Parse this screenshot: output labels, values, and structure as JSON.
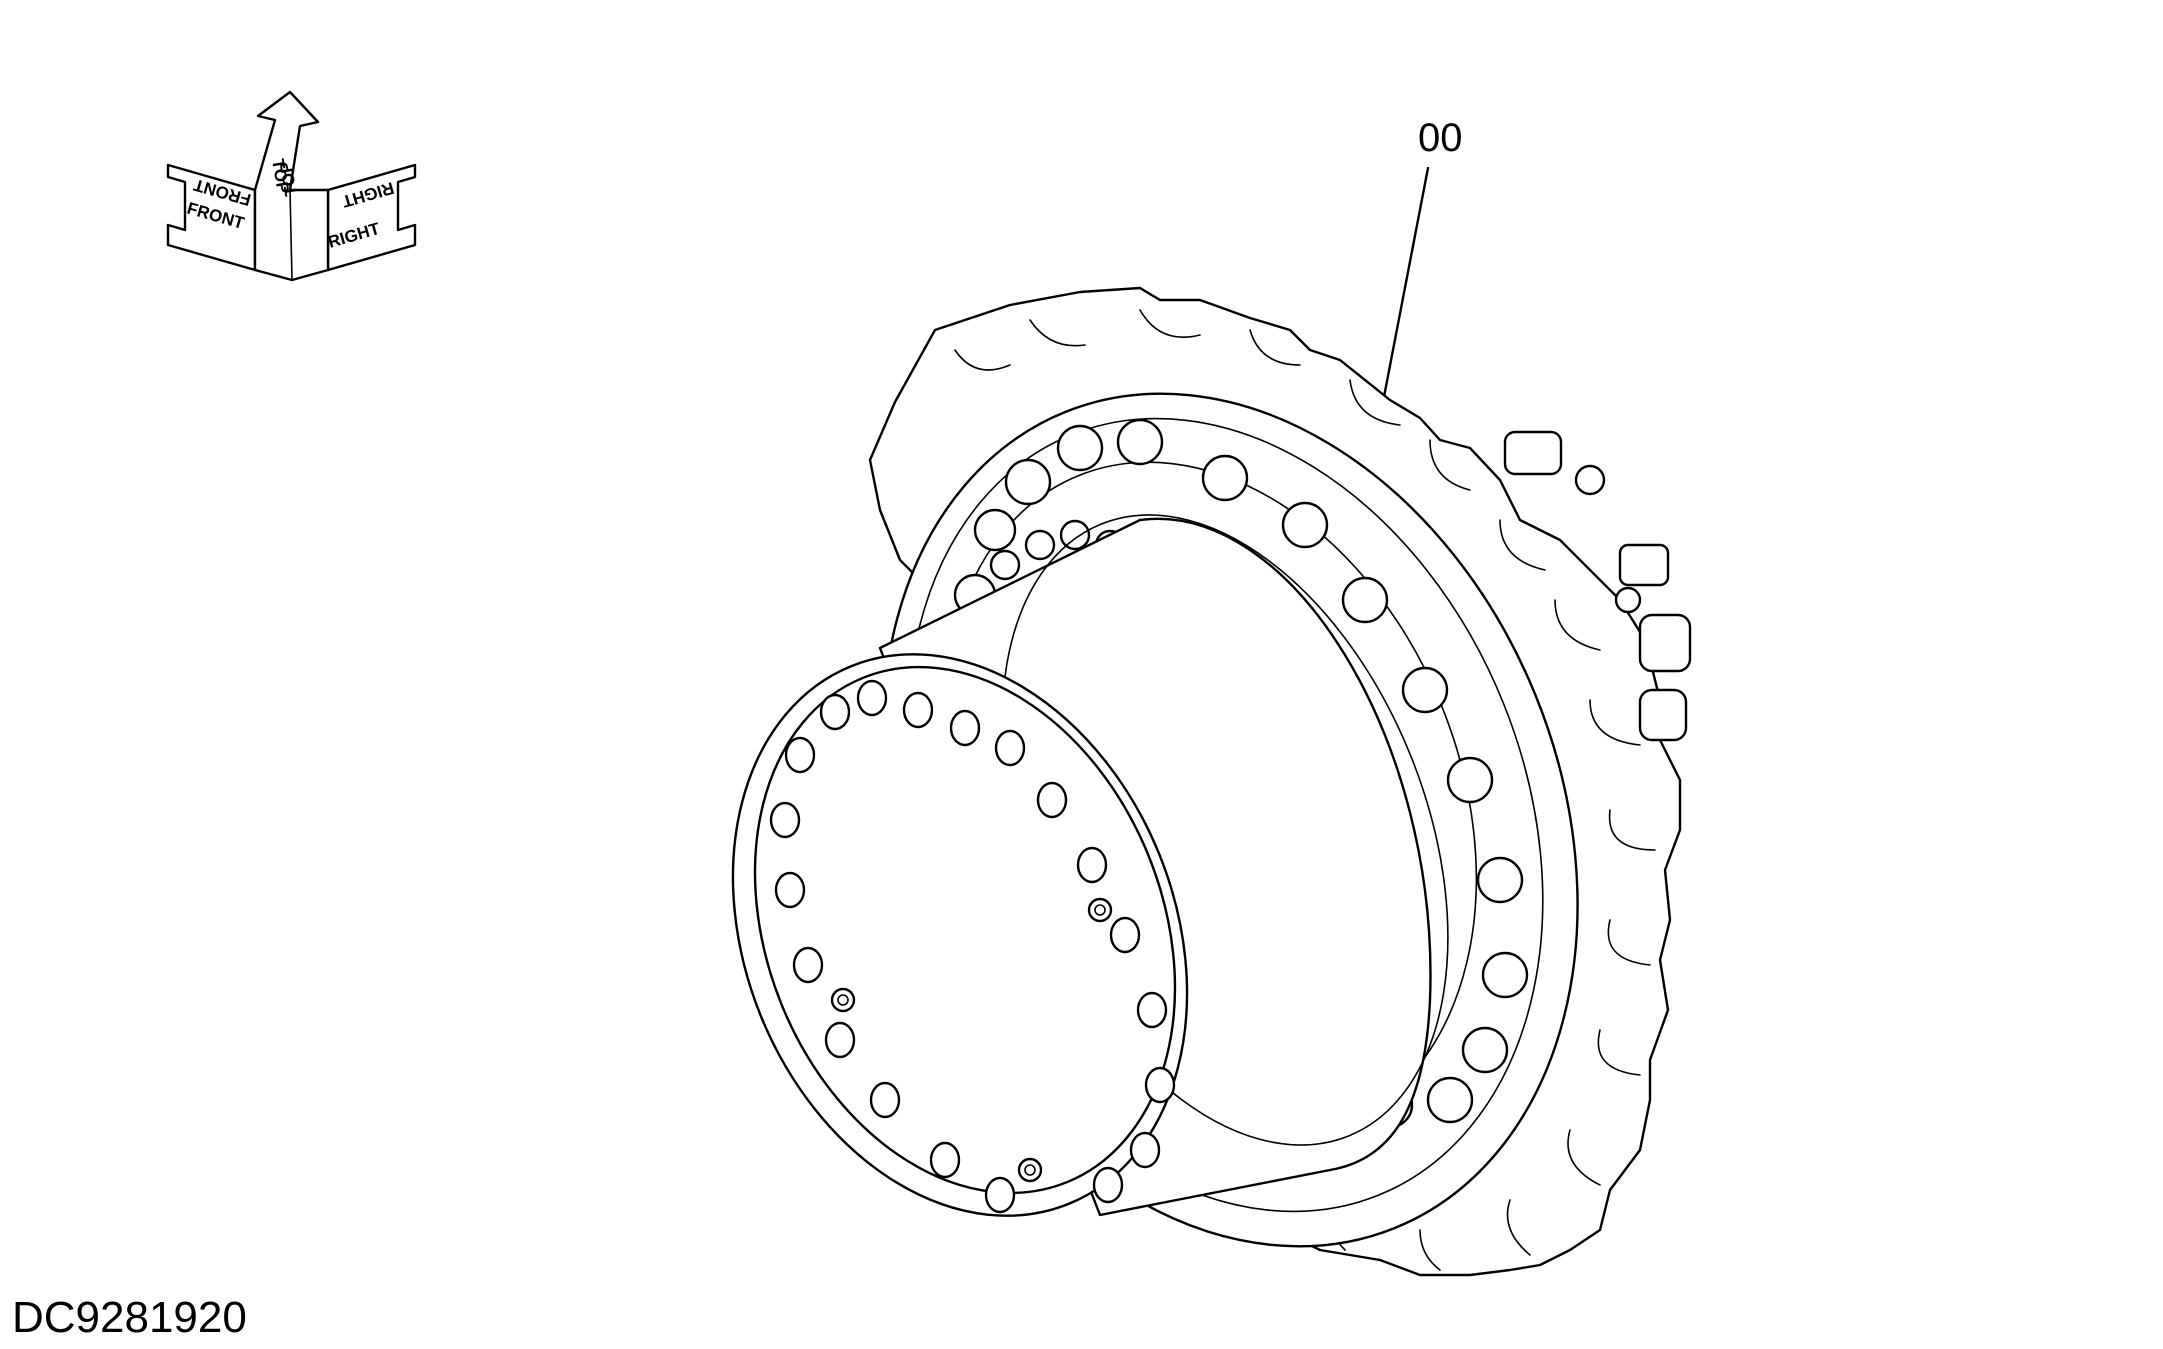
{
  "orientation_symbol": {
    "labels": {
      "front": "FRONT",
      "front_mirrored": "FRONT",
      "top": "TOP",
      "top_mirrored": "TOP",
      "right": "RIGHT",
      "right_mirrored": "RIGHT"
    }
  },
  "callout": {
    "label": "00"
  },
  "document_id": "DC9281920",
  "colors": {
    "line": "#000000",
    "background": "#ffffff"
  }
}
